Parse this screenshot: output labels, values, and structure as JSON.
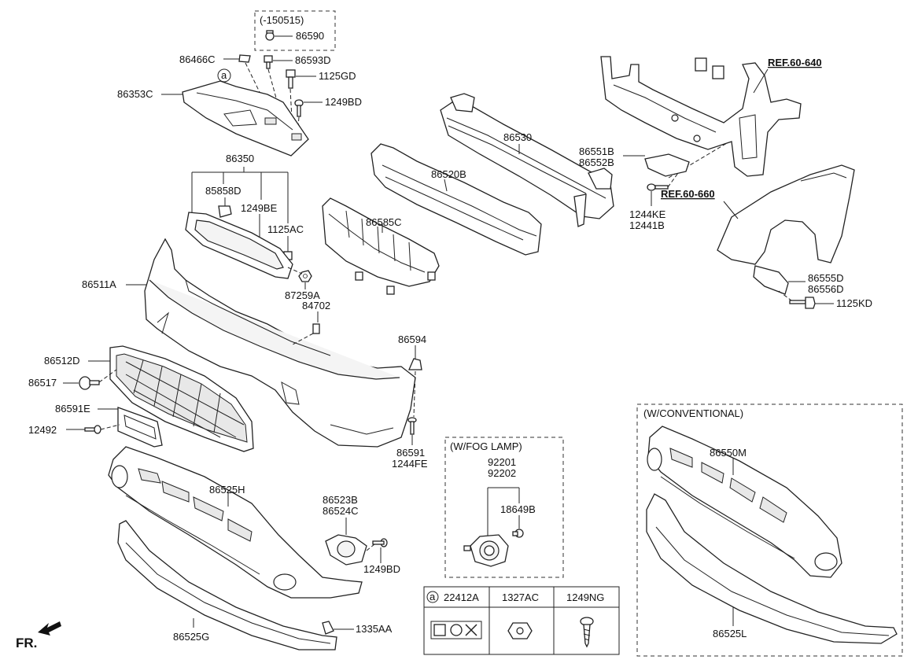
{
  "diagram": {
    "variant_labels": {
      "date_range": "(-150515)",
      "fog_lamp": "(W/FOG LAMP)",
      "conventional": "(W/CONVENTIONAL)"
    },
    "references": {
      "ref_640": "REF.60-640",
      "ref_660": "REF.60-660"
    },
    "direction": {
      "label": "FR."
    },
    "callout_marker": "a",
    "part_numbers": {
      "p86590": "86590",
      "p86466C": "86466C",
      "p86593D": "86593D",
      "p1125GD": "1125GD",
      "p86353C": "86353C",
      "p1249BD_top": "1249BD",
      "p86530": "86530",
      "p86551B": "86551B",
      "p86552B": "86552B",
      "p86350": "86350",
      "p85858D": "85858D",
      "p1249BE": "1249BE",
      "p1125AC": "1125AC",
      "p86520B": "86520B",
      "p86585C": "86585C",
      "p1244KE": "1244KE",
      "p12441B": "12441B",
      "p86511A": "86511A",
      "p87259A": "87259A",
      "p84702": "84702",
      "p86555D": "86555D",
      "p86556D": "86556D",
      "p1125KD": "1125KD",
      "p86512D": "86512D",
      "p86594": "86594",
      "p86517": "86517",
      "p86591E": "86591E",
      "p12492": "12492",
      "p86591": "86591",
      "p1244FE": "1244FE",
      "p92201": "92201",
      "p92202": "92202",
      "p18649B": "18649B",
      "p86550M": "86550M",
      "p86525H": "86525H",
      "p86523B": "86523B",
      "p86524C": "86524C",
      "p1249BD_bottom": "1249BD",
      "p86525G": "86525G",
      "p1335AA": "1335AA",
      "p86525L": "86525L"
    },
    "legend_table": {
      "headers": [
        "22412A",
        "1327AC",
        "1249NG"
      ]
    }
  }
}
